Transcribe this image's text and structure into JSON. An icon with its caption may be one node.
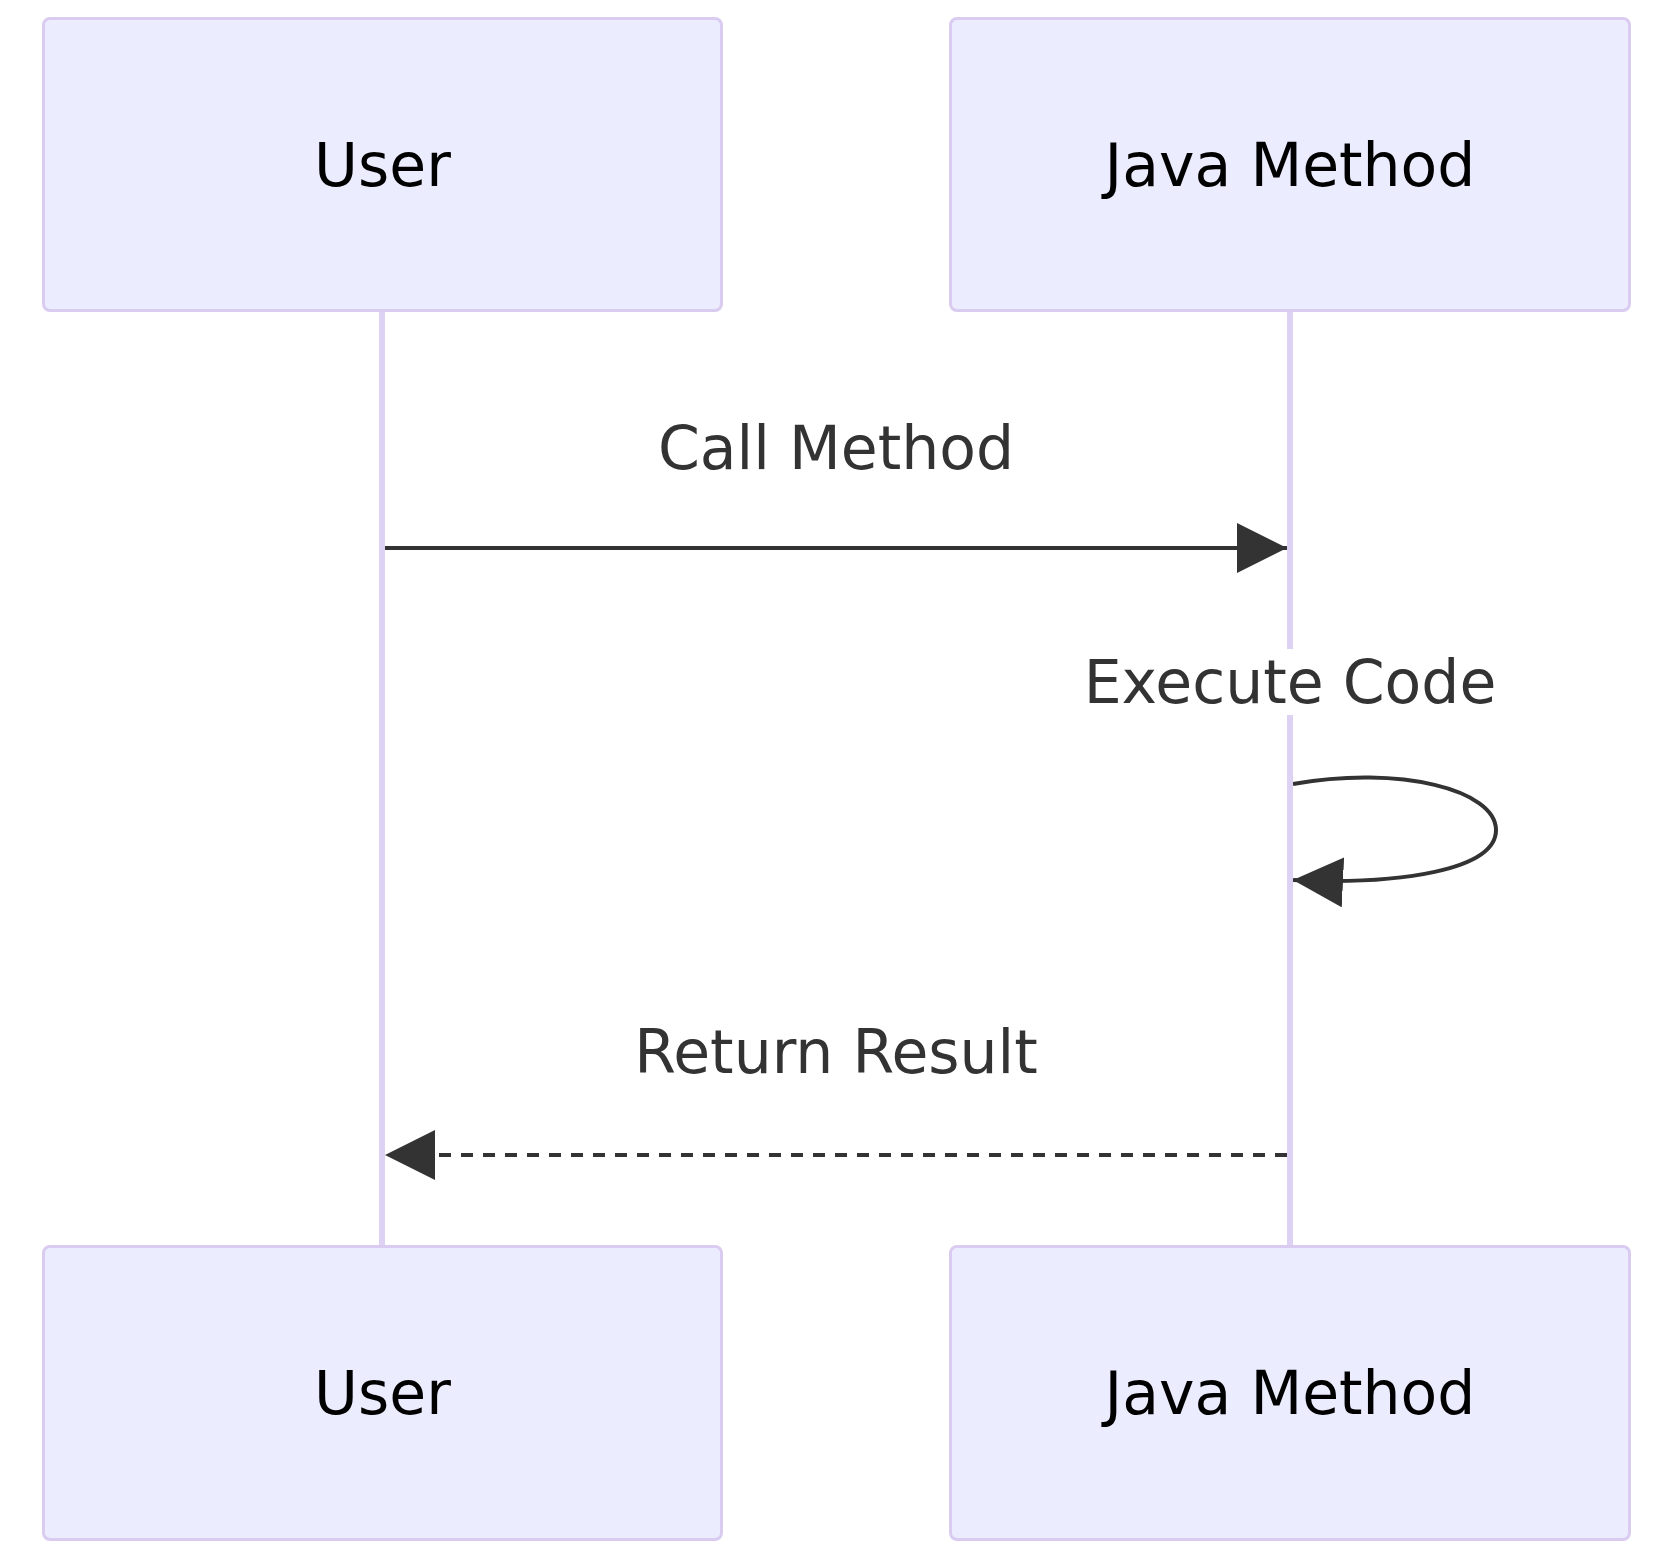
{
  "diagram": {
    "nodes": [
      {
        "text": [
          "User"
        ]
      },
      {
        "text": [
          "Java Method"
        ]
      },
      {
        "text": [],
        "shape": "bar"
      },
      {
        "text": [],
        "shape": "bar"
      },
      {
        "text": [
          "User"
        ]
      },
      {
        "text": [
          "Java Method"
        ]
      }
    ],
    "edges": [
      {
        "from": 2,
        "to": 3,
        "arrow": "to",
        "label": "Call Method"
      },
      {
        "from": 3,
        "to": 3,
        "arrow": "to",
        "label": "Execute Code"
      },
      {
        "from": 3,
        "to": 2,
        "arrow": "to",
        "style": "dashed",
        "label": "Return Result"
      }
    ]
  }
}
